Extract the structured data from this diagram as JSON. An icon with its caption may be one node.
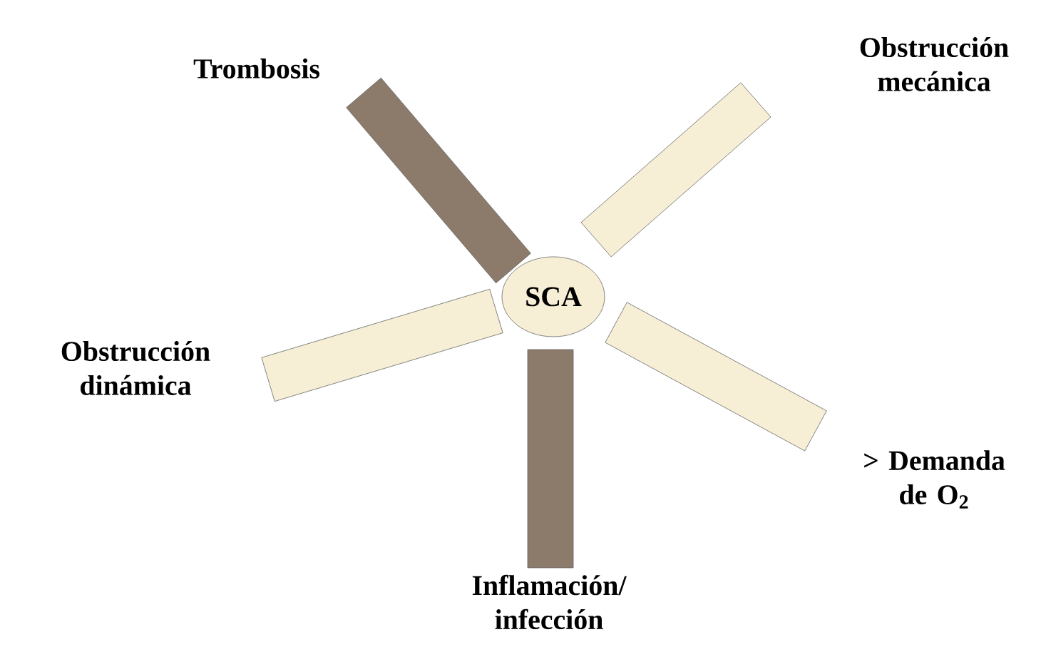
{
  "diagram": {
    "nodes": [
      {
        "text": [],
        "shape": "bar",
        "beside": [
          "Trombosis"
        ]
      },
      {
        "text": [],
        "shape": "bar",
        "beside": [
          "Obstrucción mecánica"
        ]
      },
      {
        "text": [
          "SCA"
        ]
      },
      {
        "text": [],
        "shape": "bar",
        "beside": [
          "Obstrucción dinámica"
        ]
      },
      {
        "text": [],
        "shape": "bar",
        "beside": [
          "> Demanda de O$_{2}$"
        ]
      },
      {
        "text": [],
        "shape": "bar",
        "beside": [
          "Inflamación/ infección"
        ]
      }
    ]
  }
}
